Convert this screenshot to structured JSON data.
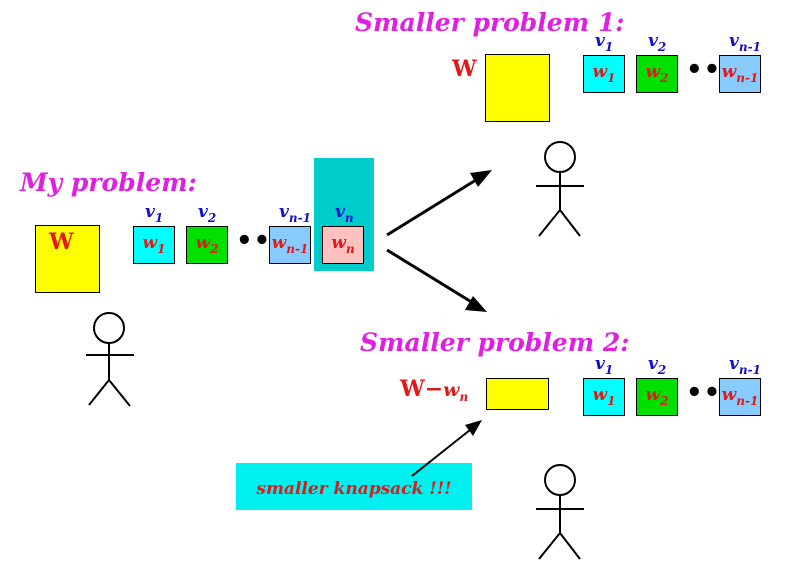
{
  "labels": {
    "my_problem": "My problem:",
    "smaller1": "Smaller problem 1:",
    "smaller2": "Smaller problem 2:",
    "capacity": "W",
    "capacity_reduced_W": "W",
    "capacity_reduced_op": "−",
    "capacity_reduced_w": "w",
    "capacity_reduced_sub": "n",
    "note": "smaller knapsack !!!",
    "dots": "•••"
  },
  "items": {
    "v": "v",
    "w": "w",
    "sub1": "1",
    "sub2": "2",
    "subn1": "n-1",
    "subn": "n"
  },
  "colors": {
    "knapsack": "#ffff00",
    "item1": "#00ffff",
    "item2": "#00e000",
    "itemn1": "#88ccff",
    "itemn": "#ffc0c0",
    "highlight": "#00cccc",
    "title": "#e020e0",
    "weight": "#e01818",
    "value": "#1010c8"
  }
}
